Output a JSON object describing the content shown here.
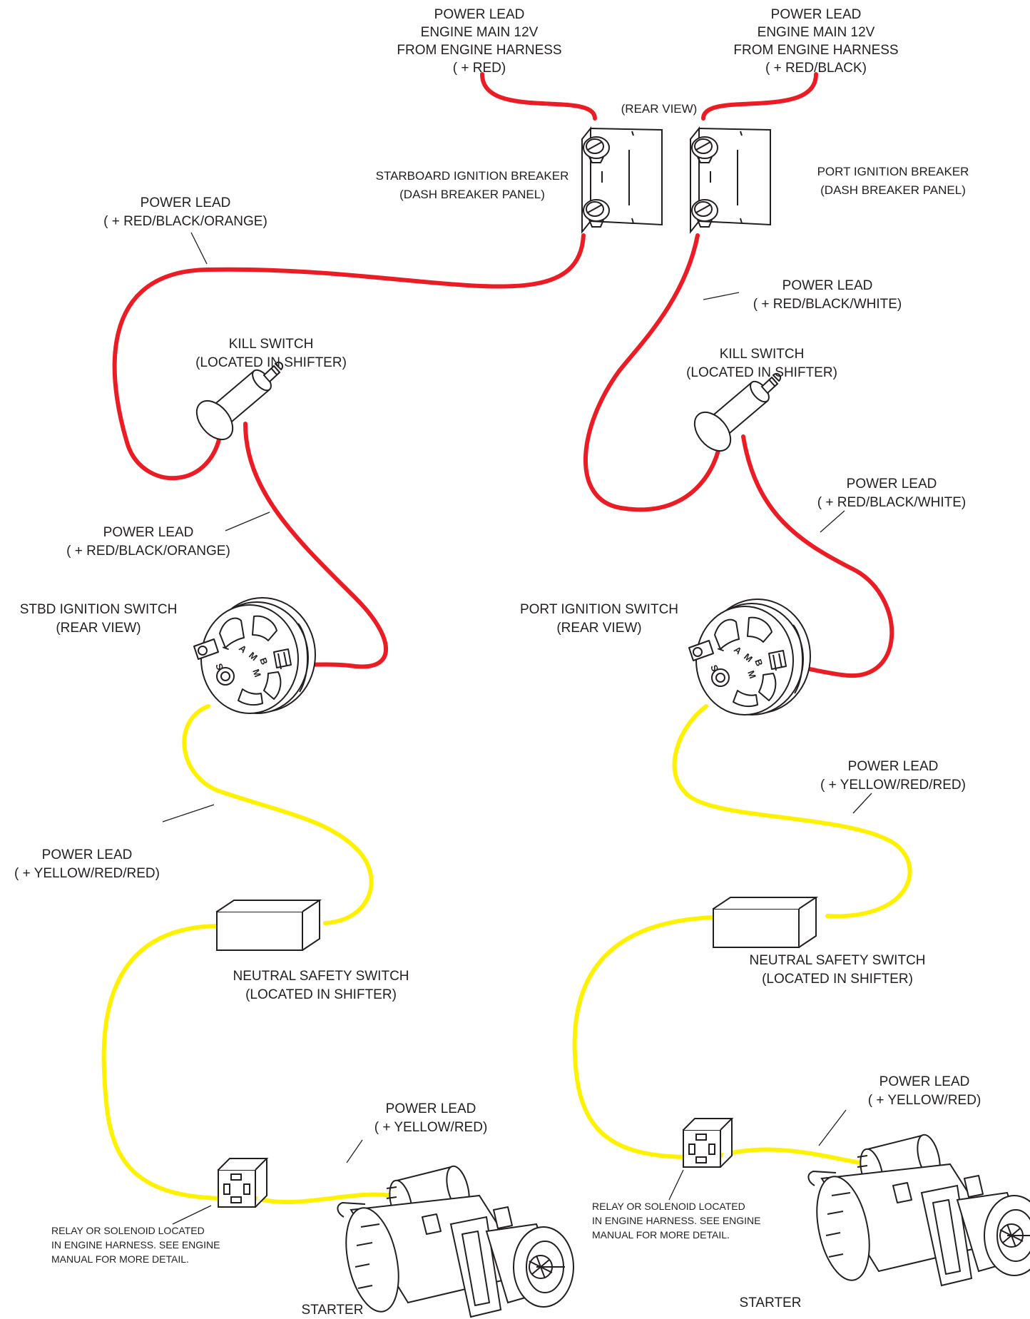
{
  "colors": {
    "red_wire": "#ec1c24",
    "yellow_wire": "#fff200",
    "ink": "#231f20"
  },
  "top": {
    "rear_view": "(REAR VIEW)",
    "stbd_power": [
      "POWER LEAD",
      "ENGINE MAIN 12V",
      "FROM ENGINE HARNESS",
      "( + RED)"
    ],
    "port_power": [
      "POWER LEAD",
      "ENGINE MAIN 12V",
      "FROM ENGINE HARNESS",
      "( + RED/BLACK)"
    ],
    "stbd_breaker": [
      "STARBOARD IGNITION BREAKER",
      "(DASH BREAKER PANEL)"
    ],
    "port_breaker": [
      "PORT IGNITION BREAKER",
      "(DASH BREAKER PANEL)"
    ]
  },
  "stbd": {
    "lead_breaker_kill": [
      "POWER LEAD",
      "( + RED/BLACK/ORANGE)"
    ],
    "kill_switch": [
      "KILL SWITCH",
      "(LOCATED IN SHIFTER)"
    ],
    "lead_kill_ign": [
      "POWER LEAD",
      "( + RED/BLACK/ORANGE)"
    ],
    "ignition_switch": [
      "STBD IGNITION SWITCH",
      "(REAR VIEW)"
    ],
    "lead_ign_neutral": [
      "POWER LEAD",
      "( + YELLOW/RED/RED)"
    ],
    "neutral_switch": [
      "NEUTRAL SAFETY SWITCH",
      "(LOCATED IN SHIFTER)"
    ],
    "lead_relay_starter": [
      "POWER LEAD",
      "( + YELLOW/RED)"
    ],
    "relay_note": [
      "RELAY OR SOLENOID LOCATED",
      "IN ENGINE HARNESS. SEE ENGINE",
      "MANUAL FOR MORE DETAIL."
    ],
    "starter": "STARTER"
  },
  "port": {
    "lead_breaker_kill": [
      "POWER LEAD",
      "( + RED/BLACK/WHITE)"
    ],
    "kill_switch": [
      "KILL SWITCH",
      "(LOCATED IN SHIFTER)"
    ],
    "lead_kill_ign": [
      "POWER LEAD",
      "( + RED/BLACK/WHITE)"
    ],
    "ignition_switch": [
      "PORT IGNITION SWITCH",
      "(REAR VIEW)"
    ],
    "lead_ign_neutral": [
      "POWER LEAD",
      "( + YELLOW/RED/RED)"
    ],
    "neutral_switch": [
      "NEUTRAL SAFETY SWITCH",
      "(LOCATED IN SHIFTER)"
    ],
    "lead_relay_starter": [
      "POWER LEAD",
      "( + YELLOW/RED)"
    ],
    "relay_note": [
      "RELAY OR SOLENOID LOCATED",
      "IN ENGINE HARNESS. SEE ENGINE",
      "MANUAL FOR MORE DETAIL."
    ],
    "starter": "STARTER"
  },
  "switch_terminals": {
    "i": "I",
    "a": "A",
    "m": "M",
    "b": "B",
    "s": "S"
  }
}
